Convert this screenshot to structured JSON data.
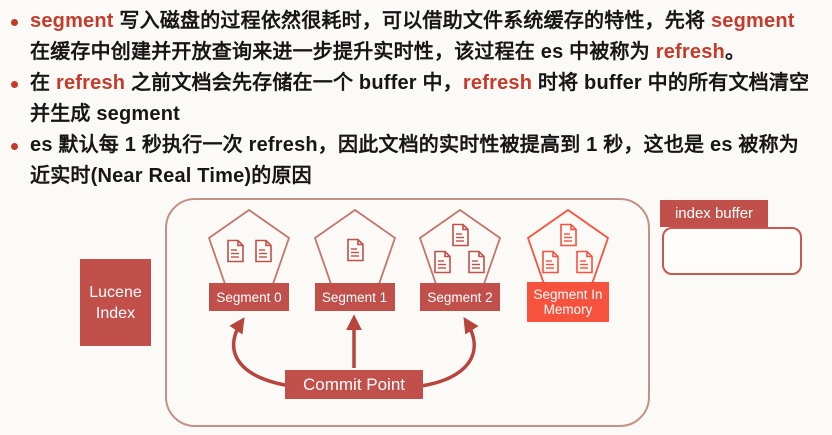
{
  "colors": {
    "background": "#fbfaf6",
    "box_red": "#c1504b",
    "bright_red": "#f6523d",
    "keyword_red": "#c43b2c",
    "pentagon_stroke": "#c4756d",
    "container_border": "#c69089",
    "arrow_red": "#b7443d",
    "text_black": "#161616"
  },
  "bullets": [
    {
      "lines": [
        [
          {
            "t": "segment",
            "em": true
          },
          {
            "t": " 写入磁盘的过程依然很耗时，可以借助文件系统缓存的特性，先将 ",
            "em": false
          },
          {
            "t": "segment",
            "em": true
          }
        ],
        [
          {
            "t": "在缓存中创建并开放查询来进一步提升实时性，该过程在 es 中被称为 ",
            "em": false
          },
          {
            "t": "refresh",
            "em": true
          },
          {
            "t": "。",
            "em": false
          }
        ]
      ]
    },
    {
      "lines": [
        [
          {
            "t": "在 ",
            "em": false
          },
          {
            "t": "refresh",
            "em": true
          },
          {
            "t": " 之前文档会先存储在一个 buffer 中，",
            "em": false
          },
          {
            "t": "refresh",
            "em": true
          },
          {
            "t": " 时将 buffer 中的所有文档清空",
            "em": false
          }
        ],
        [
          {
            "t": "并生成 segment",
            "em": false
          }
        ]
      ]
    },
    {
      "lines": [
        [
          {
            "t": "es 默认每 1 秒执行一次 refresh，因此文档的实时性被提高到 1 秒，这也是 es 被称为",
            "em": false
          }
        ],
        [
          {
            "t": "近实时(Near Real Time)的原因",
            "em": false
          }
        ]
      ]
    }
  ],
  "diagram": {
    "lucene_index_lines": [
      "Lucene",
      "Index"
    ],
    "segments": [
      {
        "label": "Segment 0",
        "docs": 2,
        "variant": "committed"
      },
      {
        "label": "Segment 1",
        "docs": 1,
        "variant": "committed"
      },
      {
        "label": "Segment 2",
        "docs": 3,
        "variant": "committed"
      },
      {
        "label": "Segment In Memory",
        "docs": 3,
        "variant": "memory"
      }
    ],
    "commit_point_label": "Commit Point",
    "index_buffer_label": "index buffer"
  }
}
